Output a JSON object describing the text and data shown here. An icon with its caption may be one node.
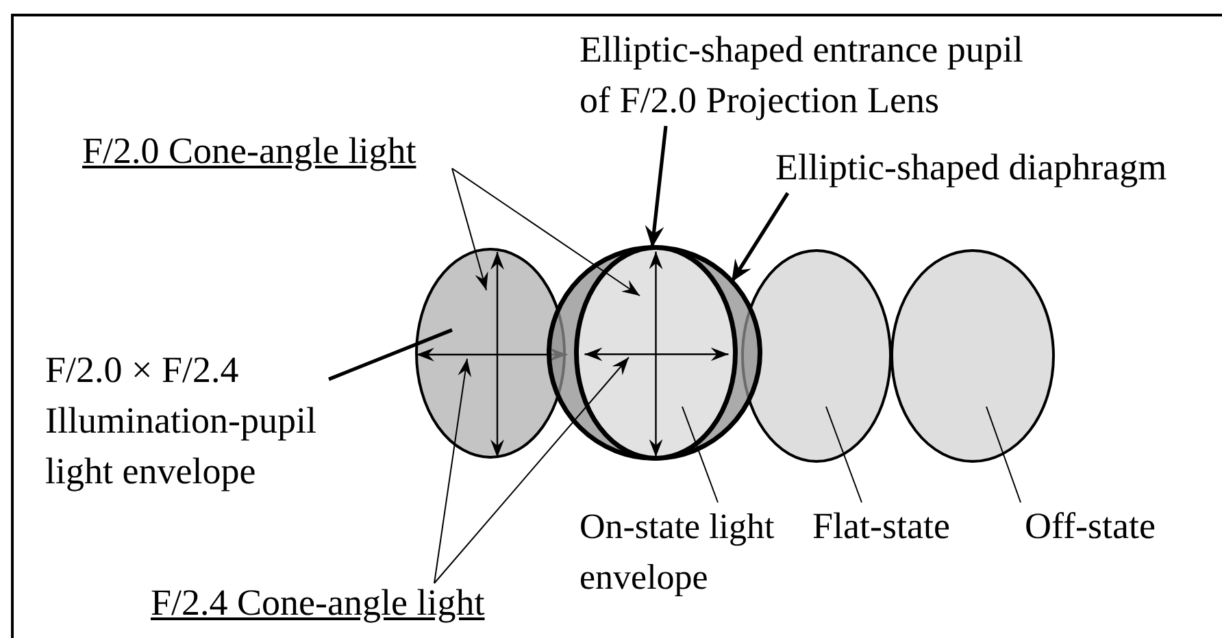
{
  "diagram": {
    "nodes": [
      {
        "text": [
          "Elliptic-shaped entrance pupil of F/2.0 Projection Lens"
        ]
      },
      {
        "text": [
          "Elliptic-shaped diaphragm"
        ]
      },
      {
        "text": [
          "F/2.0 Cone-angle light"
        ]
      },
      {
        "text": [
          "F/2.0 × F/2.4 Illumination-pupil light envelope"
        ]
      },
      {
        "text": [
          "F/2.4 Cone-angle light"
        ]
      },
      {
        "text": [
          "On-state light envelope"
        ]
      },
      {
        "text": [
          "Flat-state"
        ]
      },
      {
        "text": [
          "Off-state"
        ]
      },
      {
        "text": [],
        "shape": "ellipse"
      },
      {
        "text": [],
        "shape": "circle"
      },
      {
        "text": [],
        "shape": "ellipse",
        "in": 9
      },
      {
        "text": [],
        "shape": "ellipse"
      },
      {
        "text": [],
        "shape": "ellipse"
      }
    ],
    "edges": [
      {
        "from": 0,
        "to": 10,
        "arrow": "to",
        "style": "thick"
      },
      {
        "from": 1,
        "to": 9,
        "arrow": "to",
        "style": "thick"
      },
      {
        "from": 2,
        "to": 8,
        "arrow": "to"
      },
      {
        "from": 2,
        "to": 10,
        "arrow": "to"
      },
      {
        "from": 3,
        "to": 8,
        "arrow": "none",
        "style": "thick"
      },
      {
        "from": 4,
        "to": 8,
        "arrow": "to"
      },
      {
        "from": 4,
        "to": 10,
        "arrow": "to"
      },
      {
        "from": 5,
        "to": 10,
        "arrow": "none"
      },
      {
        "from": 6,
        "to": 11,
        "arrow": "none"
      },
      {
        "from": 7,
        "to": 12,
        "arrow": "none"
      }
    ]
  }
}
